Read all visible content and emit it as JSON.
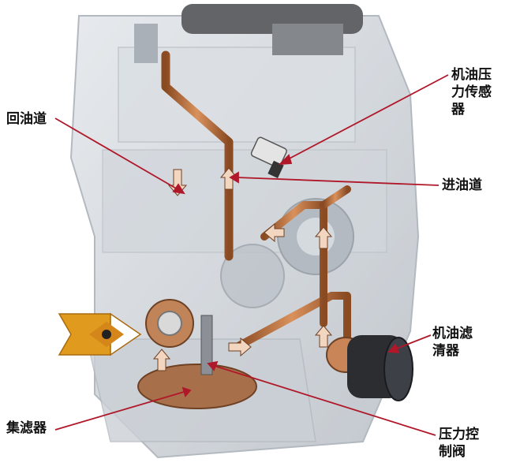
{
  "labels": {
    "oil_pressure_sensor": "机油压\n力传感\n器",
    "return_passage": "回油道",
    "inlet_passage": "进油道",
    "oil_filter": "机油滤\n清器",
    "strainer": "集滤器",
    "pressure_control_valve": "压力控\n制阀"
  },
  "colors": {
    "leader_line": "#b0182a",
    "oil_pipe": "#b46a3a",
    "engine_block": "#c9cfd6",
    "view_marker": "#e09a1e"
  }
}
